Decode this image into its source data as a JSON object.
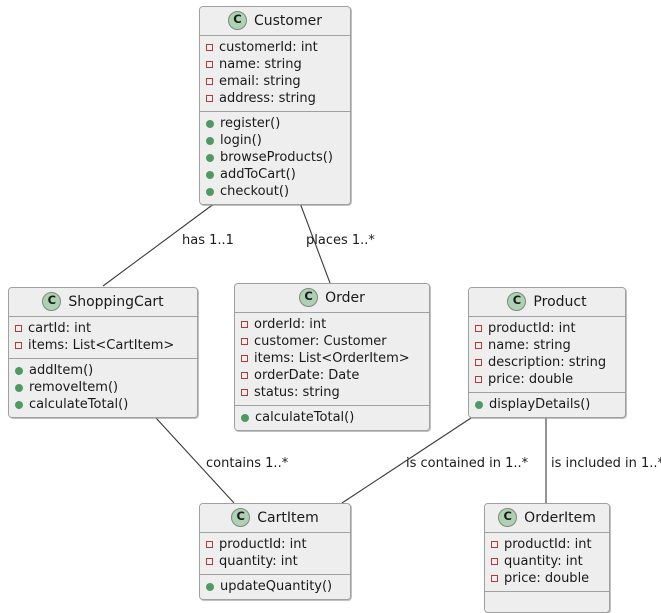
{
  "diagram": {
    "type": "uml-class-diagram",
    "classes": [
      {
        "id": "customer",
        "name": "Customer",
        "icon": "class-icon-C",
        "icon_letter": "C",
        "attributes": [
          "customerId: int",
          "name: string",
          "email: string",
          "address: string"
        ],
        "methods": [
          "register()",
          "login()",
          "browseProducts()",
          "addToCart()",
          "checkout()"
        ]
      },
      {
        "id": "shoppingcart",
        "name": "ShoppingCart",
        "icon": "class-icon-C",
        "icon_letter": "C",
        "attributes": [
          "cartId: int",
          "items: List<CartItem>"
        ],
        "methods": [
          "addItem()",
          "removeItem()",
          "calculateTotal()"
        ]
      },
      {
        "id": "order",
        "name": "Order",
        "icon": "class-icon-C",
        "icon_letter": "C",
        "attributes": [
          "orderId: int",
          "customer: Customer",
          "items: List<OrderItem>",
          "orderDate: Date",
          "status: string"
        ],
        "methods": [
          "calculateTotal()"
        ]
      },
      {
        "id": "product",
        "name": "Product",
        "icon": "class-icon-C",
        "icon_letter": "C",
        "attributes": [
          "productId: int",
          "name: string",
          "description: string",
          "price: double"
        ],
        "methods": [
          "displayDetails()"
        ]
      },
      {
        "id": "cartitem",
        "name": "CartItem",
        "icon": "class-icon-C",
        "icon_letter": "C",
        "attributes": [
          "productId: int",
          "quantity: int"
        ],
        "methods": [
          "updateQuantity()"
        ]
      },
      {
        "id": "orderitem",
        "name": "OrderItem",
        "icon": "class-icon-C",
        "icon_letter": "C",
        "attributes": [
          "productId: int",
          "quantity: int",
          "price: double"
        ],
        "methods": []
      }
    ],
    "relationships": [
      {
        "id": "rel-customer-shoppingcart",
        "from": "customer",
        "to": "shoppingcart",
        "label": "has 1..1"
      },
      {
        "id": "rel-customer-order",
        "from": "customer",
        "to": "order",
        "label": "places 1..*"
      },
      {
        "id": "rel-shoppingcart-cartitem",
        "from": "shoppingcart",
        "to": "cartitem",
        "label": "contains 1..*"
      },
      {
        "id": "rel-product-cartitem",
        "from": "product",
        "to": "cartitem",
        "label": "is contained in 1..*"
      },
      {
        "id": "rel-product-orderitem",
        "from": "product",
        "to": "orderitem",
        "label": "is included in 1..*"
      }
    ],
    "colors": {
      "class_fill": "#eeeeee",
      "class_border": "#a0a0a0",
      "icon_fill": "#add1b2",
      "attribute_marker": "#b03a3a",
      "method_marker": "#4f9a63",
      "edge_line": "#3a3a3a",
      "text": "#1a1a1a",
      "background": "#ffffff"
    }
  }
}
